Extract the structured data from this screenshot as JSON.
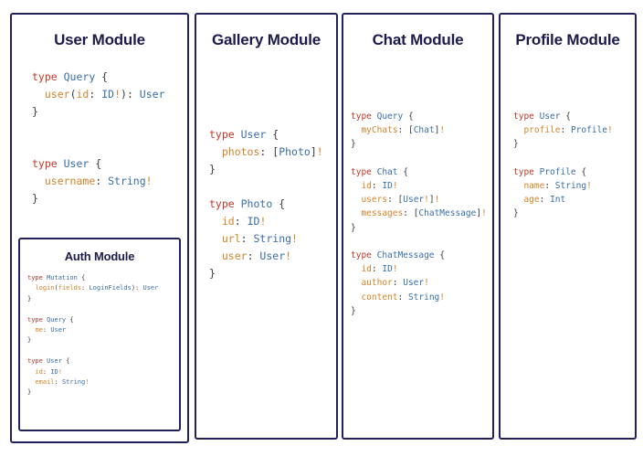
{
  "theme": {
    "background": "#ffffff",
    "panel_border": "#22215b",
    "title_color": "#1c1b4b",
    "keyword_color": "#c0392b",
    "type_color": "#3a6ea8",
    "field_color": "#d4832b",
    "punctuation_color": "#3b3b3b"
  },
  "modules": {
    "user": {
      "title": "User Module",
      "code_lines": [
        [
          {
            "t": "type ",
            "c": "kw"
          },
          {
            "t": "Query",
            "c": "type"
          },
          {
            "t": " {",
            "c": "punct"
          }
        ],
        [
          {
            "t": "  ",
            "c": "punct"
          },
          {
            "t": "user",
            "c": "field"
          },
          {
            "t": "(",
            "c": "punct"
          },
          {
            "t": "id",
            "c": "field"
          },
          {
            "t": ": ",
            "c": "punct"
          },
          {
            "t": "ID",
            "c": "type"
          },
          {
            "t": "!",
            "c": "bang"
          },
          {
            "t": "): ",
            "c": "punct"
          },
          {
            "t": "User",
            "c": "type"
          }
        ],
        [
          {
            "t": "}",
            "c": "punct"
          }
        ],
        [],
        [],
        [
          {
            "t": "type ",
            "c": "kw"
          },
          {
            "t": "User",
            "c": "type"
          },
          {
            "t": " {",
            "c": "punct"
          }
        ],
        [
          {
            "t": "  ",
            "c": "punct"
          },
          {
            "t": "username",
            "c": "field"
          },
          {
            "t": ": ",
            "c": "punct"
          },
          {
            "t": "String",
            "c": "type"
          },
          {
            "t": "!",
            "c": "bang"
          }
        ],
        [
          {
            "t": "}",
            "c": "punct"
          }
        ]
      ]
    },
    "auth": {
      "title": "Auth Module",
      "code_lines": [
        [
          {
            "t": "type ",
            "c": "kw"
          },
          {
            "t": "Mutation",
            "c": "type"
          },
          {
            "t": " {",
            "c": "punct"
          }
        ],
        [
          {
            "t": "  ",
            "c": "punct"
          },
          {
            "t": "login",
            "c": "field"
          },
          {
            "t": "(",
            "c": "punct"
          },
          {
            "t": "fields",
            "c": "field"
          },
          {
            "t": ": ",
            "c": "punct"
          },
          {
            "t": "LoginFields",
            "c": "type"
          },
          {
            "t": "): ",
            "c": "punct"
          },
          {
            "t": "User",
            "c": "type"
          }
        ],
        [
          {
            "t": "}",
            "c": "punct"
          }
        ],
        [],
        [
          {
            "t": "type ",
            "c": "kw"
          },
          {
            "t": "Query",
            "c": "type"
          },
          {
            "t": " {",
            "c": "punct"
          }
        ],
        [
          {
            "t": "  ",
            "c": "punct"
          },
          {
            "t": "me",
            "c": "field"
          },
          {
            "t": ": ",
            "c": "punct"
          },
          {
            "t": "User",
            "c": "type"
          }
        ],
        [
          {
            "t": "}",
            "c": "punct"
          }
        ],
        [],
        [
          {
            "t": "type ",
            "c": "kw"
          },
          {
            "t": "User",
            "c": "type"
          },
          {
            "t": " {",
            "c": "punct"
          }
        ],
        [
          {
            "t": "  ",
            "c": "punct"
          },
          {
            "t": "id",
            "c": "field"
          },
          {
            "t": ": ",
            "c": "punct"
          },
          {
            "t": "ID",
            "c": "type"
          },
          {
            "t": "!",
            "c": "bang"
          }
        ],
        [
          {
            "t": "  ",
            "c": "punct"
          },
          {
            "t": "email",
            "c": "field"
          },
          {
            "t": ": ",
            "c": "punct"
          },
          {
            "t": "String",
            "c": "type"
          },
          {
            "t": "!",
            "c": "bang"
          }
        ],
        [
          {
            "t": "}",
            "c": "punct"
          }
        ]
      ]
    },
    "gallery": {
      "title": "Gallery Module",
      "code_lines": [
        [
          {
            "t": "type ",
            "c": "kw"
          },
          {
            "t": "User",
            "c": "type"
          },
          {
            "t": " {",
            "c": "punct"
          }
        ],
        [
          {
            "t": "  ",
            "c": "punct"
          },
          {
            "t": "photos",
            "c": "field"
          },
          {
            "t": ": ",
            "c": "punct"
          },
          {
            "t": "[",
            "c": "punct"
          },
          {
            "t": "Photo",
            "c": "type"
          },
          {
            "t": "]",
            "c": "punct"
          },
          {
            "t": "!",
            "c": "bang"
          }
        ],
        [
          {
            "t": "}",
            "c": "punct"
          }
        ],
        [],
        [
          {
            "t": "type ",
            "c": "kw"
          },
          {
            "t": "Photo",
            "c": "type"
          },
          {
            "t": " {",
            "c": "punct"
          }
        ],
        [
          {
            "t": "  ",
            "c": "punct"
          },
          {
            "t": "id",
            "c": "field"
          },
          {
            "t": ": ",
            "c": "punct"
          },
          {
            "t": "ID",
            "c": "type"
          },
          {
            "t": "!",
            "c": "bang"
          }
        ],
        [
          {
            "t": "  ",
            "c": "punct"
          },
          {
            "t": "url",
            "c": "field"
          },
          {
            "t": ": ",
            "c": "punct"
          },
          {
            "t": "String",
            "c": "type"
          },
          {
            "t": "!",
            "c": "bang"
          }
        ],
        [
          {
            "t": "  ",
            "c": "punct"
          },
          {
            "t": "user",
            "c": "field"
          },
          {
            "t": ": ",
            "c": "punct"
          },
          {
            "t": "User",
            "c": "type"
          },
          {
            "t": "!",
            "c": "bang"
          }
        ],
        [
          {
            "t": "}",
            "c": "punct"
          }
        ]
      ]
    },
    "chat": {
      "title": "Chat Module",
      "code_lines": [
        [
          {
            "t": "type ",
            "c": "kw"
          },
          {
            "t": "Query",
            "c": "type"
          },
          {
            "t": " {",
            "c": "punct"
          }
        ],
        [
          {
            "t": "  ",
            "c": "punct"
          },
          {
            "t": "myChats",
            "c": "field"
          },
          {
            "t": ": ",
            "c": "punct"
          },
          {
            "t": "[",
            "c": "punct"
          },
          {
            "t": "Chat",
            "c": "type"
          },
          {
            "t": "]",
            "c": "punct"
          },
          {
            "t": "!",
            "c": "bang"
          }
        ],
        [
          {
            "t": "}",
            "c": "punct"
          }
        ],
        [],
        [
          {
            "t": "type ",
            "c": "kw"
          },
          {
            "t": "Chat",
            "c": "type"
          },
          {
            "t": " {",
            "c": "punct"
          }
        ],
        [
          {
            "t": "  ",
            "c": "punct"
          },
          {
            "t": "id",
            "c": "field"
          },
          {
            "t": ": ",
            "c": "punct"
          },
          {
            "t": "ID",
            "c": "type"
          },
          {
            "t": "!",
            "c": "bang"
          }
        ],
        [
          {
            "t": "  ",
            "c": "punct"
          },
          {
            "t": "users",
            "c": "field"
          },
          {
            "t": ": ",
            "c": "punct"
          },
          {
            "t": "[",
            "c": "punct"
          },
          {
            "t": "User",
            "c": "type"
          },
          {
            "t": "!",
            "c": "bang"
          },
          {
            "t": "]",
            "c": "punct"
          },
          {
            "t": "!",
            "c": "bang"
          }
        ],
        [
          {
            "t": "  ",
            "c": "punct"
          },
          {
            "t": "messages",
            "c": "field"
          },
          {
            "t": ": ",
            "c": "punct"
          },
          {
            "t": "[",
            "c": "punct"
          },
          {
            "t": "ChatMessage",
            "c": "type"
          },
          {
            "t": "]",
            "c": "punct"
          },
          {
            "t": "!",
            "c": "bang"
          }
        ],
        [
          {
            "t": "}",
            "c": "punct"
          }
        ],
        [],
        [
          {
            "t": "type ",
            "c": "kw"
          },
          {
            "t": "ChatMessage",
            "c": "type"
          },
          {
            "t": " {",
            "c": "punct"
          }
        ],
        [
          {
            "t": "  ",
            "c": "punct"
          },
          {
            "t": "id",
            "c": "field"
          },
          {
            "t": ": ",
            "c": "punct"
          },
          {
            "t": "ID",
            "c": "type"
          },
          {
            "t": "!",
            "c": "bang"
          }
        ],
        [
          {
            "t": "  ",
            "c": "punct"
          },
          {
            "t": "author",
            "c": "field"
          },
          {
            "t": ": ",
            "c": "punct"
          },
          {
            "t": "User",
            "c": "type"
          },
          {
            "t": "!",
            "c": "bang"
          }
        ],
        [
          {
            "t": "  ",
            "c": "punct"
          },
          {
            "t": "content",
            "c": "field"
          },
          {
            "t": ": ",
            "c": "punct"
          },
          {
            "t": "String",
            "c": "type"
          },
          {
            "t": "!",
            "c": "bang"
          }
        ],
        [
          {
            "t": "}",
            "c": "punct"
          }
        ]
      ]
    },
    "profile": {
      "title": "Profile Module",
      "code_lines": [
        [
          {
            "t": "type ",
            "c": "kw"
          },
          {
            "t": "User",
            "c": "type"
          },
          {
            "t": " {",
            "c": "punct"
          }
        ],
        [
          {
            "t": "  ",
            "c": "punct"
          },
          {
            "t": "profile",
            "c": "field"
          },
          {
            "t": ": ",
            "c": "punct"
          },
          {
            "t": "Profile",
            "c": "type"
          },
          {
            "t": "!",
            "c": "bang"
          }
        ],
        [
          {
            "t": "}",
            "c": "punct"
          }
        ],
        [],
        [
          {
            "t": "type ",
            "c": "kw"
          },
          {
            "t": "Profile",
            "c": "type"
          },
          {
            "t": " {",
            "c": "punct"
          }
        ],
        [
          {
            "t": "  ",
            "c": "punct"
          },
          {
            "t": "name",
            "c": "field"
          },
          {
            "t": ": ",
            "c": "punct"
          },
          {
            "t": "String",
            "c": "type"
          },
          {
            "t": "!",
            "c": "bang"
          }
        ],
        [
          {
            "t": "  ",
            "c": "punct"
          },
          {
            "t": "age",
            "c": "field"
          },
          {
            "t": ": ",
            "c": "punct"
          },
          {
            "t": "Int",
            "c": "type"
          }
        ],
        [
          {
            "t": "}",
            "c": "punct"
          }
        ]
      ]
    }
  }
}
